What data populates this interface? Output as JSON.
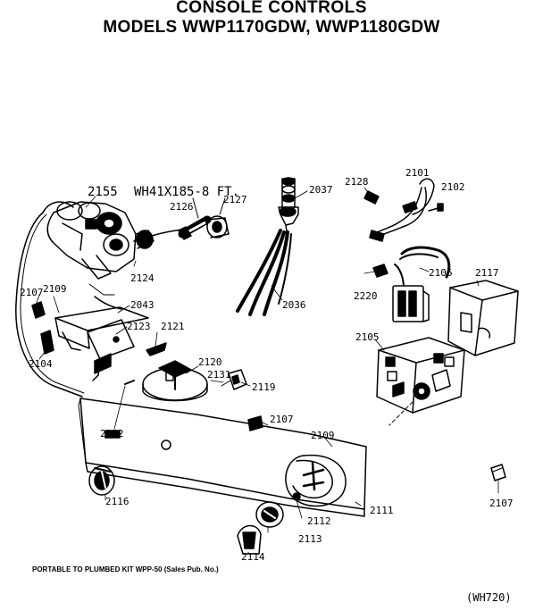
{
  "title": {
    "line1": "CONSOLE CONTROLS",
    "line2": "MODELS WWP1170GDW, WWP1180GDW"
  },
  "part_labels": {
    "p2155": "2155",
    "hose": "WH41X185-8 FT.",
    "p2127": "2127",
    "p2126": "2126",
    "p2037": "2037",
    "p2128": "2128",
    "p2101": "2101",
    "p2102": "2102",
    "p2124": "2124",
    "p2107a": "2107",
    "p2109a": "2109",
    "p2043": "2043",
    "p2036": "2036",
    "p2220": "2220",
    "p2106": "2106",
    "p2117": "2117",
    "p2104": "2104",
    "p2123": "2123",
    "p2121": "2121",
    "p2105": "2105",
    "p2120": "2120",
    "p2131": "2131",
    "p2119": "2119",
    "p2122": "2122",
    "p2107b": "2107",
    "p2109b": "2109",
    "p2116": "2116",
    "p2112": "2112",
    "p2111": "2111",
    "p2113": "2113",
    "p2114": "2114",
    "p2107c": "2107"
  },
  "footnote": "PORTABLE TO PLUMBED KIT WPP-50   (Sales Pub. No.)",
  "diagram_code": "(WH720)"
}
